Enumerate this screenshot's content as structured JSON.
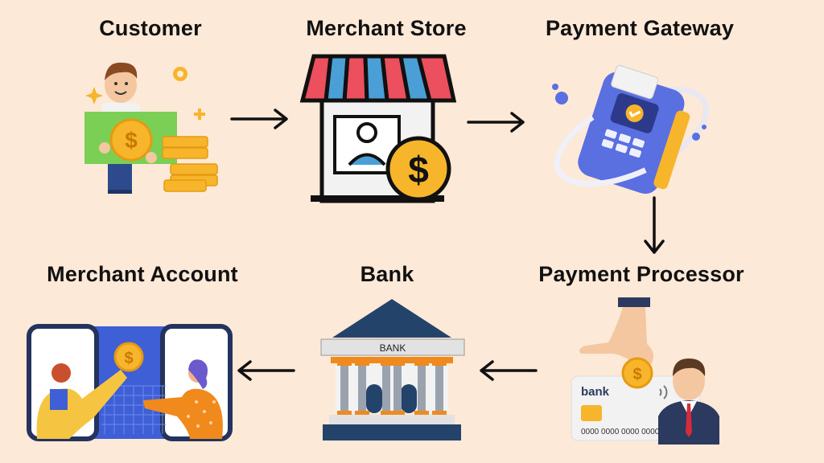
{
  "steps": {
    "customer": {
      "label": "Customer"
    },
    "merchant_store": {
      "label": "Merchant Store"
    },
    "payment_gateway": {
      "label": "Payment Gateway"
    },
    "payment_processor": {
      "label": "Payment Processor",
      "card_brand": "bank",
      "card_number": "0000 0000 0000 0000"
    },
    "bank": {
      "label": "Bank",
      "sign": "BANK"
    },
    "merchant_account": {
      "label": "Merchant Account"
    }
  },
  "flow": [
    "Customer",
    "Merchant Store",
    "Payment Gateway",
    "Payment Processor",
    "Bank",
    "Merchant Account"
  ],
  "colors": {
    "background": "#fde9d7",
    "coin": "#f7b52c",
    "stroke": "#111111"
  }
}
